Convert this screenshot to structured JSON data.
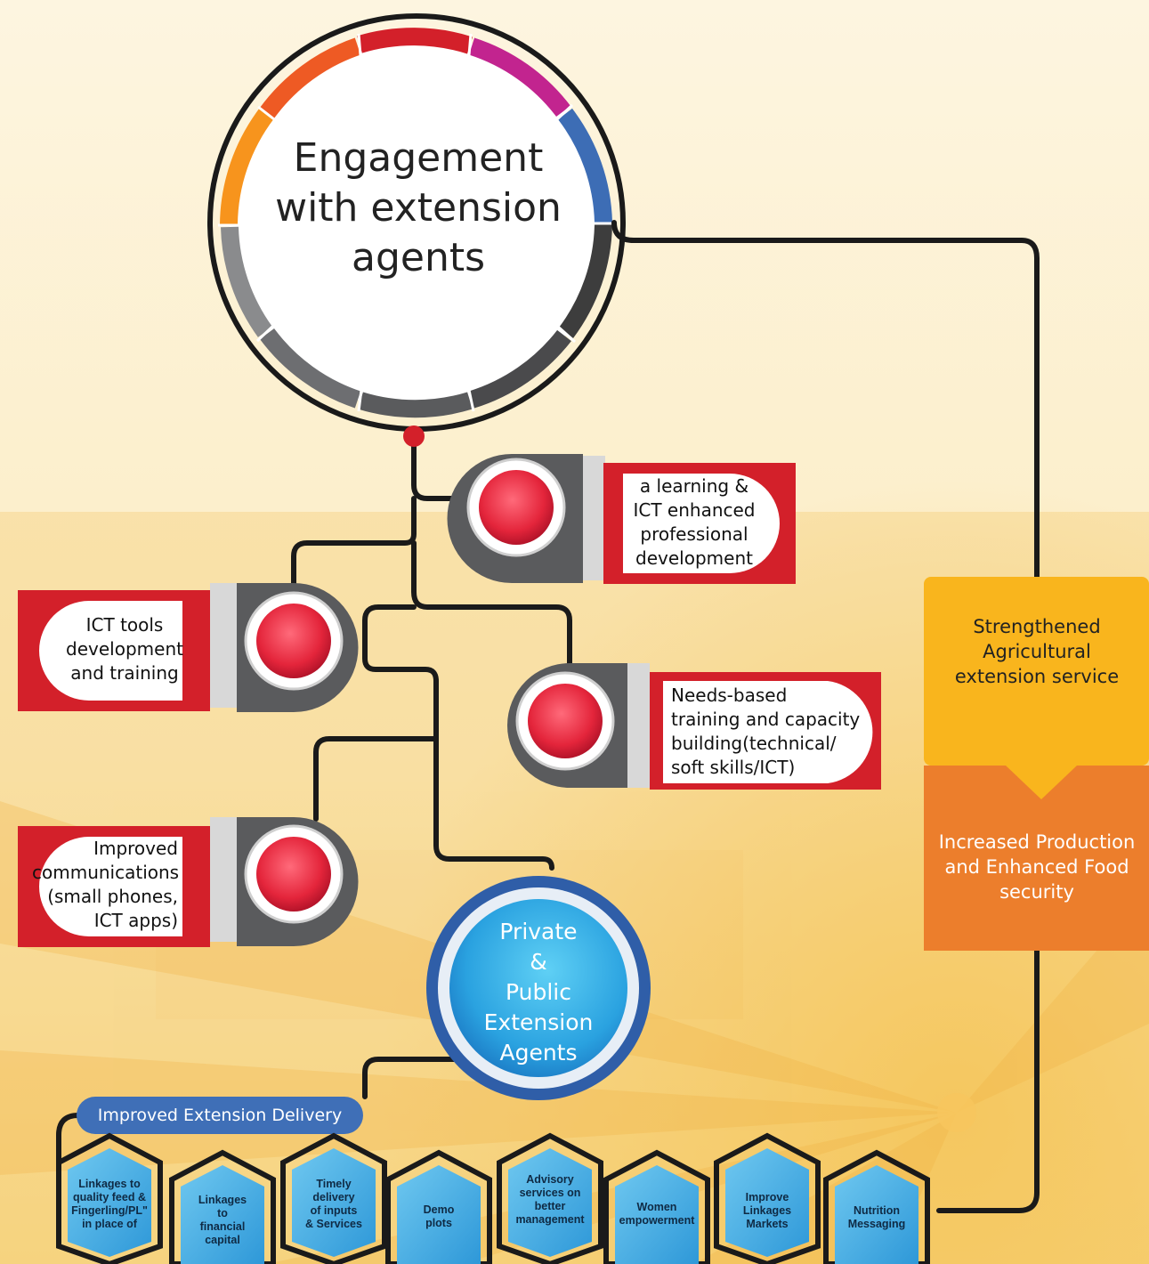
{
  "title": "Engagement with extension agents",
  "title_lines": [
    "Engagement",
    "with extension",
    "agents"
  ],
  "branches": {
    "b1": {
      "label": "a learning & ICT enhanced professional development",
      "lines": [
        "a learning &",
        "ICT enhanced",
        "professional",
        "development"
      ]
    },
    "b2": {
      "label": "ICT tools development and training",
      "lines": [
        "ICT tools",
        "development",
        "and training"
      ]
    },
    "b3": {
      "label": "Needs-based training and capacity building(technical/ soft skills/ICT)",
      "lines": [
        "Needs-based",
        "training and capacity",
        "building(technical/",
        "soft skills/ICT)"
      ]
    },
    "b4": {
      "label": "Improved communications (small phones, ICT apps)",
      "lines": [
        "Improved",
        "communications",
        "(small phones,",
        "ICT apps)"
      ]
    }
  },
  "agents": {
    "label": "Private & Public Extension Agents",
    "lines": [
      "Private",
      "&",
      "Public",
      "Extension",
      "Agents"
    ]
  },
  "outcomes": {
    "top": {
      "label": "Strengthened Agricultural extension service",
      "lines": [
        "Strengthened",
        "Agricultural",
        "extension service"
      ],
      "color": "#f9b51d"
    },
    "bottom": {
      "label": "Increased Production and Enhanced Food security",
      "lines": [
        "Increased Production",
        "and Enhanced Food",
        "security"
      ],
      "color": "#ec7e2c"
    }
  },
  "delivery": {
    "label": "Improved Extension Delivery",
    "color": "#3f6fb7"
  },
  "hexes": [
    {
      "label": "Linkages to quality feed & Fingerling/PL\" in place of",
      "lines": [
        "Linkages to",
        "quality feed &",
        "Fingerling/PL\"",
        "in place of"
      ]
    },
    {
      "label": "Linkages to financial capital",
      "lines": [
        "Linkages",
        "to",
        "financial",
        "capital"
      ]
    },
    {
      "label": "Timely delivery of inputs & Services",
      "lines": [
        "Timely",
        "delivery",
        "of inputs",
        "& Services"
      ]
    },
    {
      "label": "Demo plots",
      "lines": [
        "Demo",
        "plots"
      ]
    },
    {
      "label": "Advisory services on better management",
      "lines": [
        "Advisory",
        "services on",
        "better",
        "management"
      ]
    },
    {
      "label": "Women empowerment",
      "lines": [
        "Women",
        "empowerment"
      ]
    },
    {
      "label": "Improve Linkages Markets",
      "lines": [
        "Improve",
        "Linkages",
        "Markets"
      ]
    },
    {
      "label": "Nutrition Messaging",
      "lines": [
        "Nutrition",
        "Messaging"
      ]
    }
  ],
  "colors": {
    "red": "#d3202a",
    "dark_line": "#1a1a1a",
    "ring_orange": "#f7941d",
    "ring_magenta": "#c2248f",
    "ring_blue": "#3d6db5",
    "hex_blue": "#4ab3e8"
  }
}
